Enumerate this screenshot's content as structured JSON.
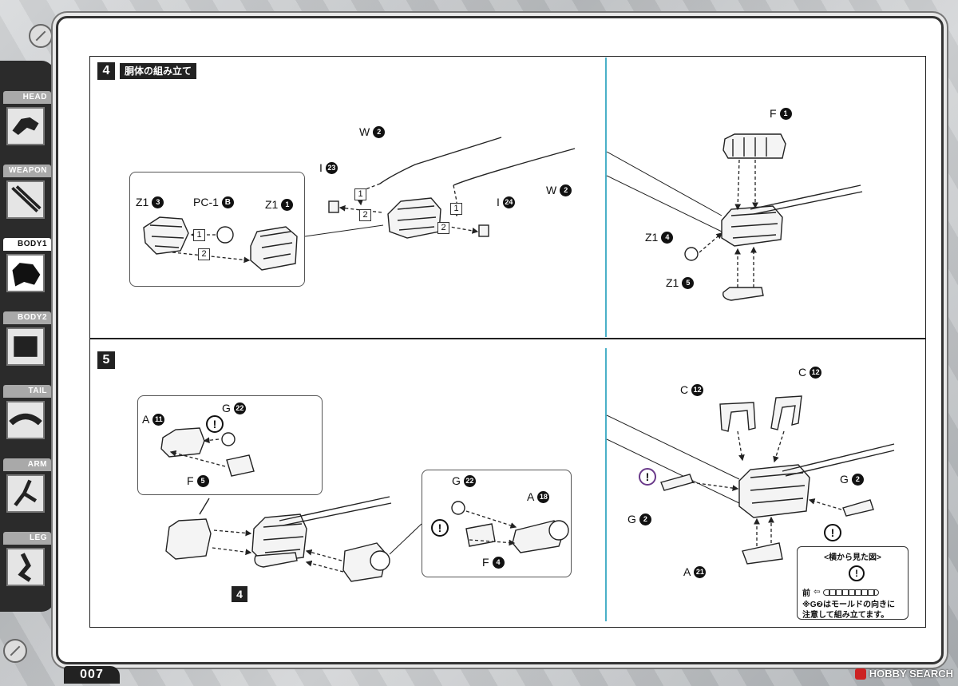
{
  "sidebar": {
    "tabs": [
      {
        "label": "HEAD",
        "active": false
      },
      {
        "label": "WEAPON",
        "active": false
      },
      {
        "label": "BODY1",
        "active": true
      },
      {
        "label": "BODY2",
        "active": false
      },
      {
        "label": "TAIL",
        "active": false
      },
      {
        "label": "ARM",
        "active": false
      },
      {
        "label": "LEG",
        "active": false
      }
    ]
  },
  "footer": {
    "page_number": "007",
    "watermark": "HOBBY SEARCH"
  },
  "step4": {
    "number": "4",
    "title": "胴体の組み立て",
    "labels": {
      "z1_3": "Z1",
      "z1_3_num": "3",
      "pc1": "PC-1",
      "pc1_letter": "B",
      "z1_1": "Z1",
      "z1_1_num": "1",
      "w2_top": "W",
      "w2_top_num": "2",
      "w2_right": "W",
      "w2_right_num": "2",
      "i23": "I",
      "i23_num": "23",
      "i24": "I",
      "i24_num": "24",
      "f1": "F",
      "f1_num": "1",
      "z1_4": "Z1",
      "z1_4_num": "4",
      "z1_5": "Z1",
      "z1_5_num": "5"
    },
    "order_marks": [
      "1",
      "2",
      "1",
      "2",
      "1",
      "2"
    ]
  },
  "step5": {
    "number": "5",
    "labels": {
      "a11": "A",
      "a11_num": "11",
      "g22_left": "G",
      "g22_left_num": "22",
      "f5": "F",
      "f5_num": "5",
      "g22_right": "G",
      "g22_right_num": "22",
      "a18": "A",
      "a18_num": "18",
      "f4": "F",
      "f4_num": "4",
      "c12_left": "C",
      "c12_left_num": "12",
      "c12_right": "C",
      "c12_right_num": "12",
      "g2_left": "G",
      "g2_left_num": "2",
      "g2_right": "G",
      "g2_right_num": "2",
      "a21": "A",
      "a21_num": "21"
    },
    "ref_step": "4",
    "warn_mark": "!",
    "note": {
      "title": "<横から見た図>",
      "front": "前",
      "line1": "※G❷はモールドの向きに",
      "line2": "注意して組み立てます。"
    }
  }
}
